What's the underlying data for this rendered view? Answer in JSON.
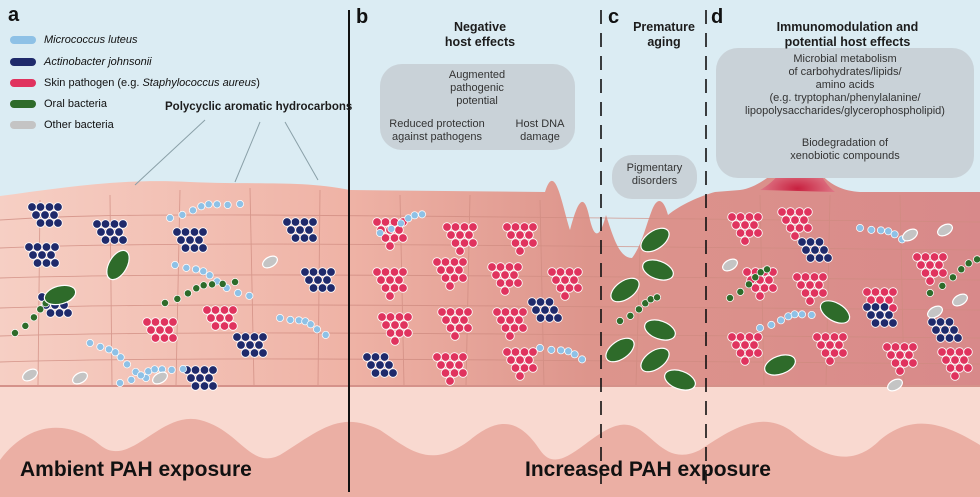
{
  "panels": {
    "a": {
      "letter": "a",
      "bottom_label": "Ambient PAH exposure"
    },
    "b": {
      "letter": "b",
      "heading": [
        "Negative",
        "host effects"
      ],
      "box_top": [
        "Augmented",
        "pathogenic",
        "potential"
      ],
      "box_left": [
        "Reduced protection",
        "against pathogens"
      ],
      "box_right": [
        "Host DNA",
        "damage"
      ]
    },
    "c": {
      "letter": "c",
      "heading": [
        "Premature",
        "aging"
      ],
      "box": [
        "Pigmentary",
        "disorders"
      ]
    },
    "d": {
      "letter": "d",
      "heading": [
        "Immunomodulation and",
        "potential host effects"
      ],
      "box_lines": [
        "Microbial metabolism",
        "of carbohydrates/lipids/",
        "amino acids",
        "(e.g. tryptophan/phenylalanine/",
        "lipopolysaccharides/glycerophospholipid)"
      ],
      "box_lines2": [
        "Biodegradation of",
        "xenobiotic compounds"
      ]
    },
    "increased_label": "Increased PAH exposure"
  },
  "legend": [
    {
      "label_pre": "",
      "label_ital": "Micrococcus luteus",
      "label_post": "",
      "color": "#8ec1e6"
    },
    {
      "label_pre": "",
      "label_ital": "Actinobacter johnsonii",
      "label_post": "",
      "color": "#1f2a6b"
    },
    {
      "label_pre": "Skin pathogen (e.g. ",
      "label_ital": "Staphylococcus aureus",
      "label_post": ")",
      "color": "#e0335e"
    },
    {
      "label_pre": "Oral bacteria",
      "label_ital": "",
      "label_post": "",
      "color": "#2e6b2a"
    },
    {
      "label_pre": "Other bacteria",
      "label_ital": "",
      "label_post": "",
      "color": "#c4c4c4"
    }
  ],
  "pah_label": "Polycyclic aromatic hydrocarbons",
  "colors": {
    "sky": "#dbecf3",
    "skin": "#efb3a6",
    "skin_inflamed": "#d98f87",
    "dermis": "#f9d9d0",
    "dermis_wave": "#e9a79c",
    "box": "#c9d2d8",
    "micrococcus": "#8ec1e6",
    "actinobacter": "#1f2a6b",
    "pathogen": "#e0335e",
    "oral": "#2e6b2a",
    "other": "#c4c4c4"
  }
}
